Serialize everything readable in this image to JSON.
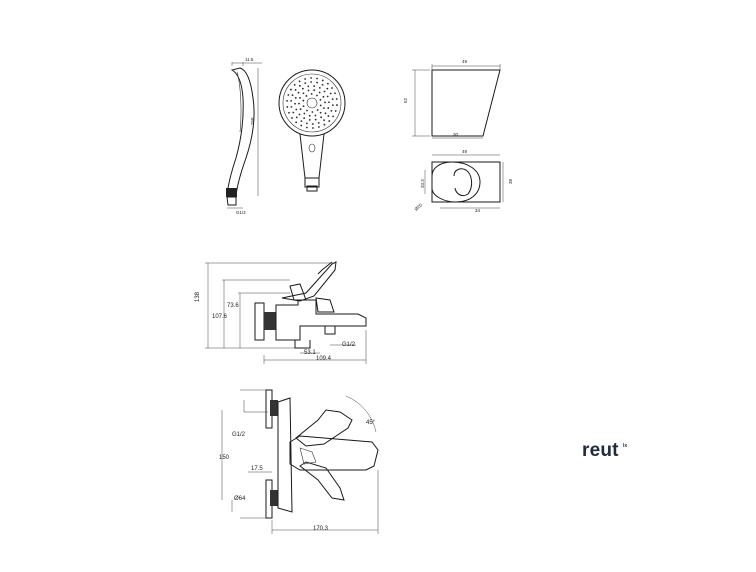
{
  "brand": {
    "word": "reut",
    "mark": "lx",
    "color": "#1e2a3e"
  },
  "handshower": {
    "side_dims": {
      "top": "11.5",
      "length": "258",
      "bottom": "G1/2"
    },
    "icons": [
      "shower-head-icon"
    ]
  },
  "holder": {
    "front": {
      "width": "49",
      "height": "52",
      "base": "30"
    },
    "top": {
      "width": "49",
      "height": "38",
      "inner": "33.3",
      "base": "34",
      "hole": "Ø20"
    }
  },
  "mixer_side": {
    "overall_height": "138",
    "body_height": "107.6",
    "outlet_height": "73.6",
    "outlet_offset": "53.1",
    "thread": "G1/2",
    "length": "109.4"
  },
  "mixer_top": {
    "angle": "45°",
    "thread": "G1/2",
    "spacing": "150",
    "eccentric": "17.5",
    "flange": "Ø64",
    "length": "170.3"
  }
}
